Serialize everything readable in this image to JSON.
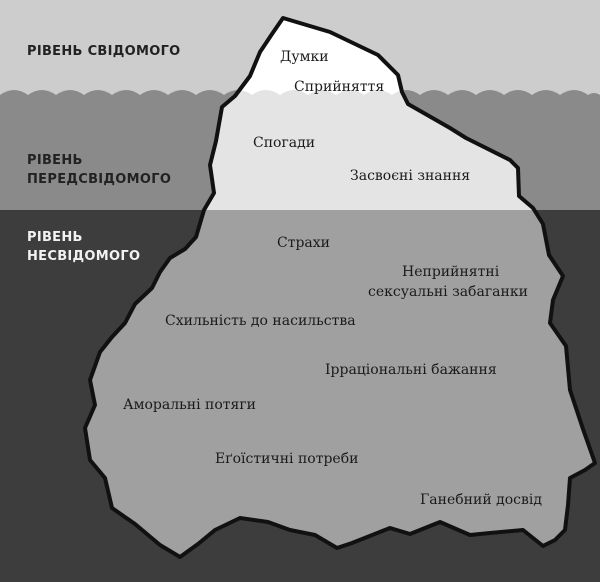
{
  "levels": {
    "conscious": [
      "РІВЕНЬ СВІДОМОГО"
    ],
    "preconscious": [
      "РІВЕНЬ",
      "ПЕРЕДСВІДОМОГО"
    ],
    "unconscious": [
      "РІВЕНЬ",
      "НЕСВІДОМОГО"
    ]
  },
  "tip": {
    "thoughts": "Думки",
    "perception": "Сприйняття"
  },
  "middle": {
    "memories": "Спогади",
    "knowledge": "Засвоєні знання"
  },
  "deep": {
    "fears": "Страхи",
    "desires": [
      "Неприйнятні",
      "сексуальні забаганки"
    ],
    "violence": "Схильність до насильства",
    "irrational": "Ірраціональні бажання",
    "immoral": "Аморальні потяги",
    "selfish": "Еґоїстичні потреби",
    "shameful": "Ганебний досвід"
  },
  "colors": {
    "sky": "#cdcdcd",
    "water_upper": "#8a8a8a",
    "water_deep": "#3d3d3d",
    "ice_above": "#ffffff",
    "ice_middle": "#e4e4e4",
    "ice_below": "#a0a0a0",
    "outline": "#111111"
  }
}
